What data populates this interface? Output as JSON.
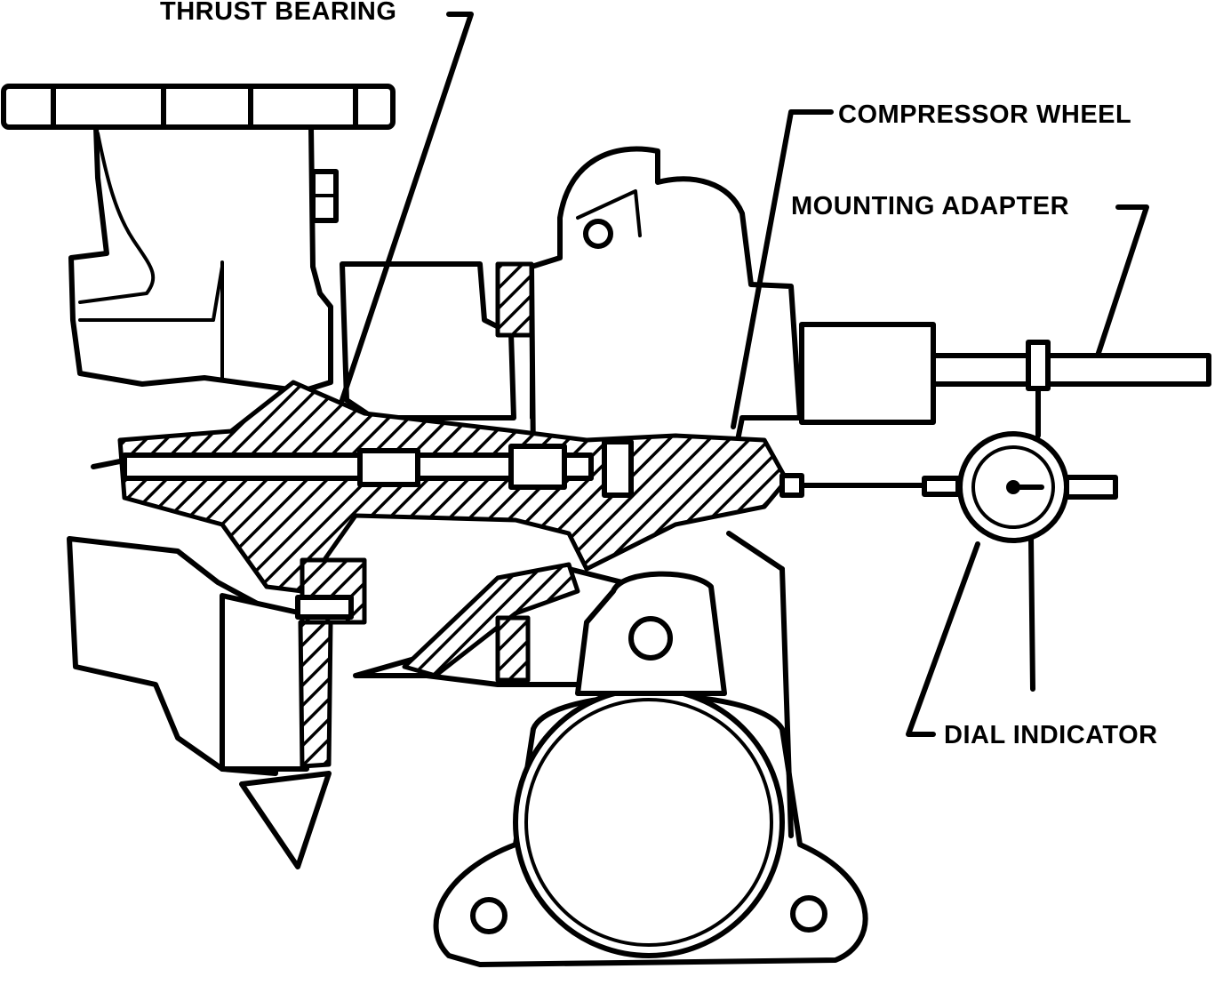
{
  "labels": {
    "thrust_bearing": "THRUST BEARING",
    "compressor_wheel": "COMPRESSOR WHEEL",
    "mounting_adapter": "MOUNTING ADAPTER",
    "dial_indicator": "DIAL INDICATOR"
  },
  "colors": {
    "ink": "#000000",
    "paper": "#ffffff"
  }
}
